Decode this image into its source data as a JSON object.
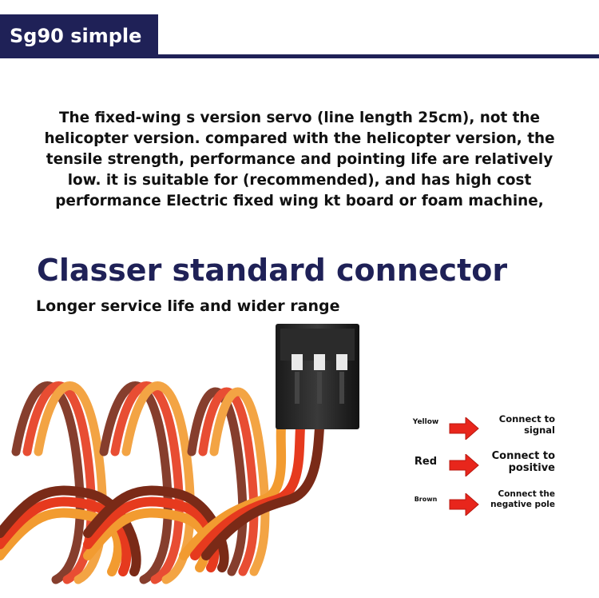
{
  "title": "Sg90 simple",
  "description_lines": [
    "The fixed-wing s version servo (line length 25cm), not the",
    "helicopter version. compared with the helicopter version, the",
    "tensile strength, performance and pointing life are relatively",
    "low. it is suitable for (recommended), and has high cost",
    "performance Electric fixed wing kt board or foam machine,"
  ],
  "heading": "Classer standard connector",
  "subheading": "Longer service life and wider range",
  "wires": [
    {
      "label": "Yellow",
      "desc_lines": [
        "Connect to",
        "signal"
      ]
    },
    {
      "label": "Red",
      "desc_lines": [
        "Connect to",
        "positive"
      ]
    },
    {
      "label": "Brown",
      "desc_lines": [
        "Connect the",
        "negative pole"
      ]
    }
  ],
  "colors": {
    "brand_navy": "#1f2157",
    "arrow_red": "#e8261c",
    "wire_orange": "#f29b30",
    "wire_red": "#e63a1e",
    "wire_brown": "#7a2a17"
  }
}
